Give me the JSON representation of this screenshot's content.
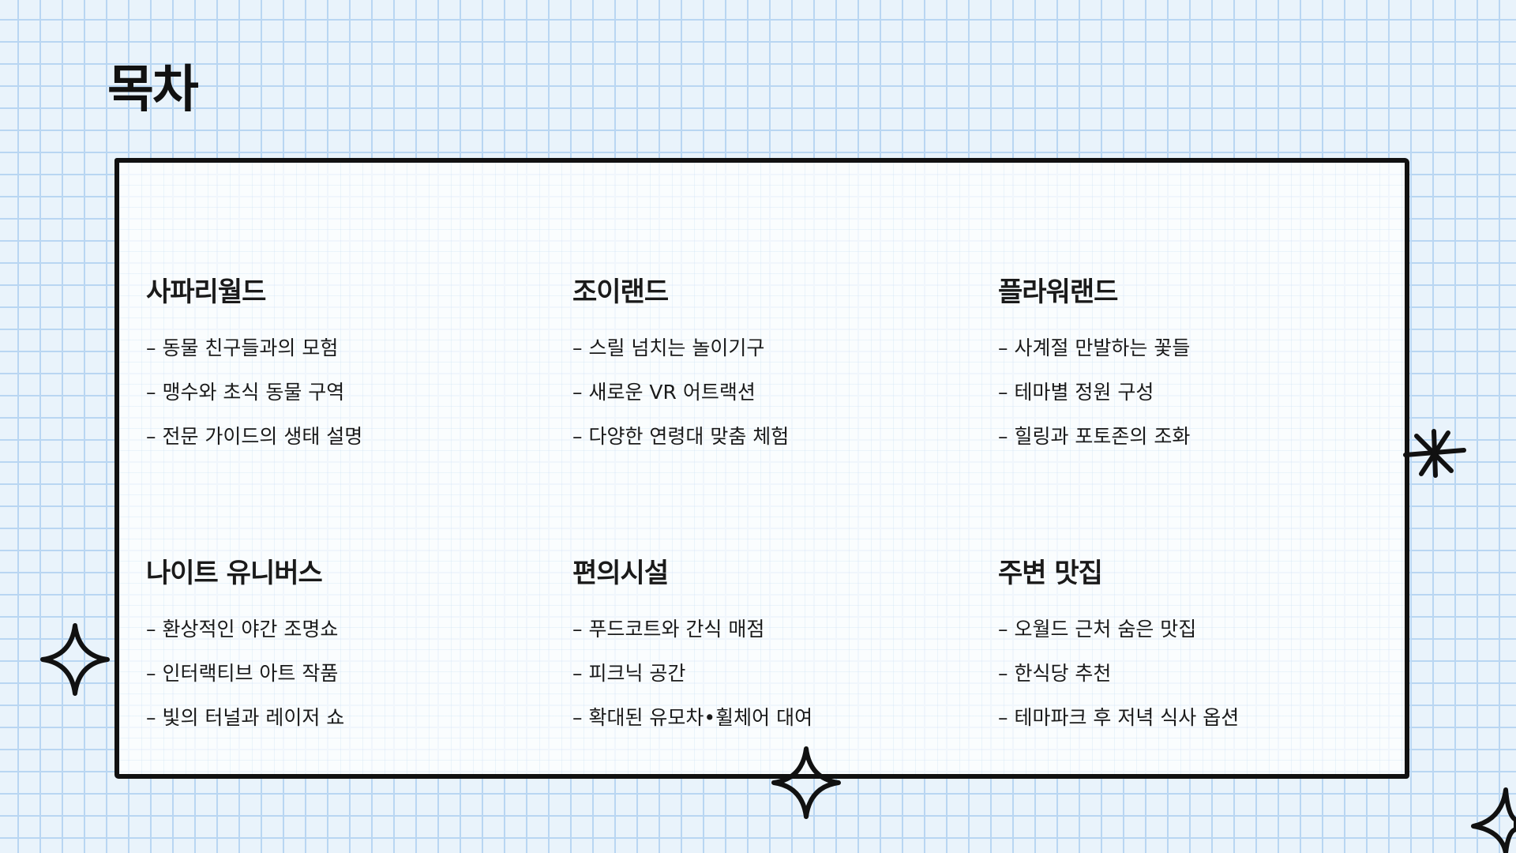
{
  "page_title": "목차",
  "sections": [
    {
      "title": "사파리월드",
      "items": [
        "동물 친구들과의 모험",
        "맹수와 초식 동물 구역",
        "전문 가이드의 생태 설명"
      ]
    },
    {
      "title": "조이랜드",
      "items": [
        "스릴 넘치는 놀이기구",
        "새로운 VR 어트랙션",
        "다양한 연령대 맞춤 체험"
      ]
    },
    {
      "title": "플라워랜드",
      "items": [
        "사계절 만발하는 꽃들",
        "테마별 정원 구성",
        "힐링과 포토존의 조화"
      ]
    },
    {
      "title": "나이트 유니버스",
      "items": [
        "환상적인 야간 조명쇼",
        "인터랙티브 아트 작품",
        "빛의 터널과 레이저 쇼"
      ]
    },
    {
      "title": "편의시설",
      "items": [
        "푸드코트와 간식 매점",
        "피크닉 공간",
        "확대된 유모차•휠체어 대여"
      ]
    },
    {
      "title": "주변 맛집",
      "items": [
        "오월드 근처 숨은 맛집",
        "한식당 추천",
        "테마파크 후 저녁 식사 옵션"
      ]
    }
  ],
  "icons": [
    "sparkle-icon",
    "asterisk-icon"
  ],
  "colors": {
    "grid": "#b9d6f2",
    "background": "#e9f3fb",
    "ink": "#111111"
  }
}
